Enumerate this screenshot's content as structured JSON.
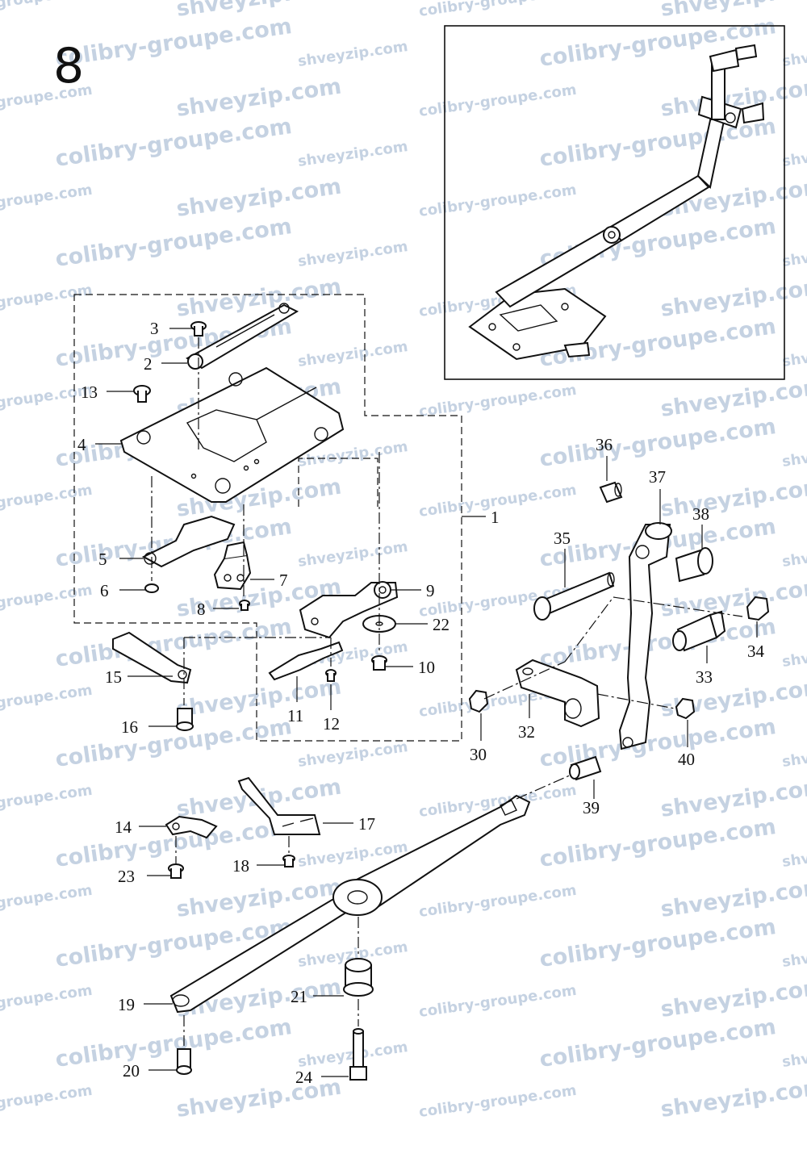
{
  "page_number": "8",
  "watermarks": [
    "colibry-groupe.com",
    "shveyzip.com"
  ],
  "callouts": [
    "1",
    "2",
    "3",
    "4",
    "5",
    "6",
    "7",
    "8",
    "9",
    "10",
    "11",
    "12",
    "13",
    "14",
    "15",
    "16",
    "17",
    "18",
    "19",
    "20",
    "21",
    "22",
    "23",
    "24",
    "30",
    "32",
    "33",
    "34",
    "35",
    "36",
    "37",
    "38",
    "39",
    "40"
  ]
}
